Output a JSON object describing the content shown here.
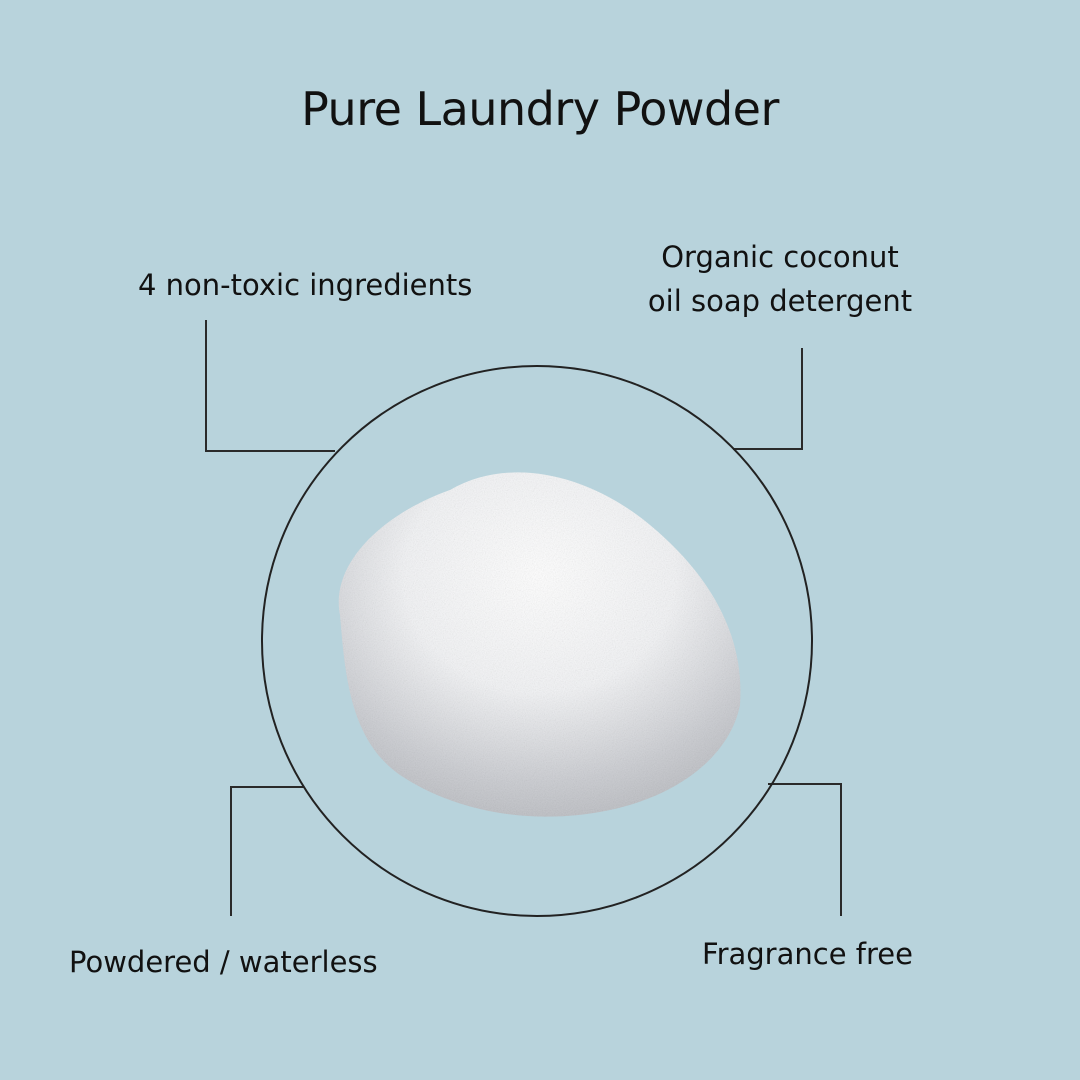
{
  "title": "Pure Laundry Powder",
  "features": {
    "top_left": "4 non-toxic ingredients",
    "top_right_line1": "Organic coconut",
    "top_right_line2": "oil soap detergent",
    "bottom_left": "Powdered / waterless",
    "bottom_right": "Fragrance free"
  },
  "colors": {
    "background": "#b8d3dc",
    "line": "#2a2a2a",
    "text": "#111111"
  },
  "image": {
    "subject": "white laundry powder pile"
  }
}
